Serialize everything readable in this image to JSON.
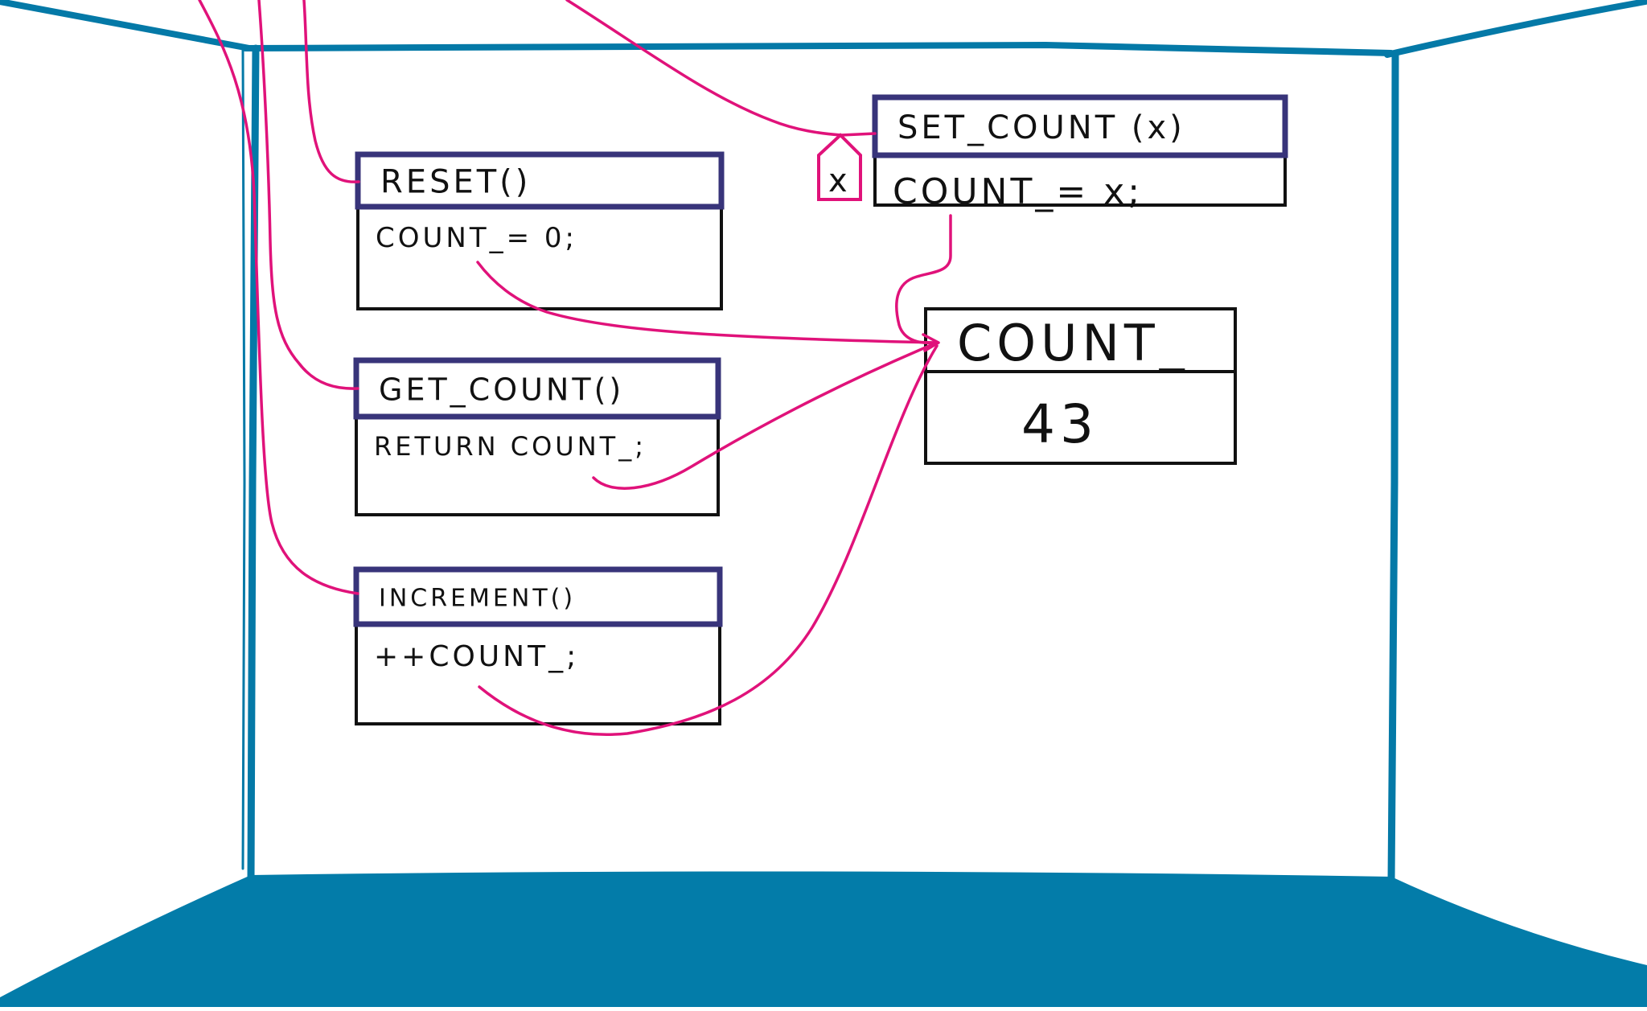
{
  "colors": {
    "room": "#0479a7",
    "floor": "#037ca9",
    "wire": "#e0127a",
    "header_border": "#38347a",
    "ink": "#111111"
  },
  "methods": [
    {
      "id": "reset",
      "name": "RESET()",
      "body": "COUNT_= 0;"
    },
    {
      "id": "get-count",
      "name": "GET_COUNT()",
      "body": "RETURN COUNT_;"
    },
    {
      "id": "increment",
      "name": "INCREMENT()",
      "body": "++COUNT_;"
    },
    {
      "id": "set-count",
      "name": "SET_COUNT (x)",
      "body": "COUNT_= x;",
      "param": "x"
    }
  ],
  "variable": {
    "name": "COUNT_",
    "value": "43"
  }
}
